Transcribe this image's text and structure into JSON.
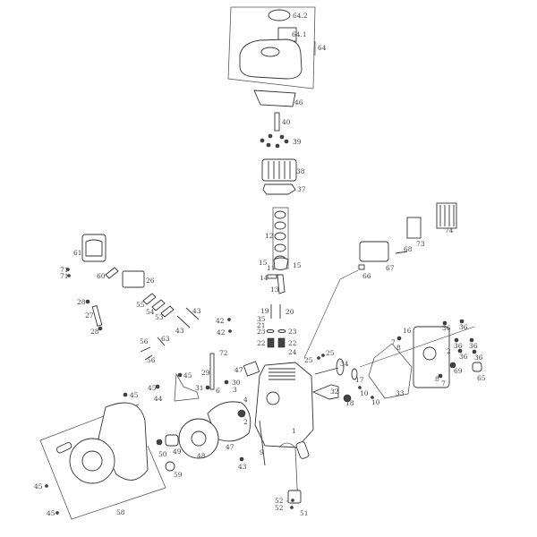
{
  "diagram": {
    "type": "exploded-parts-diagram",
    "labels": {
      "p64_2": "64.2",
      "p64_1": "64.1",
      "p64": "64",
      "p46": "46",
      "p40": "40",
      "p39": "39",
      "p38": "38",
      "p37": "37",
      "p12": "12",
      "p15a": "15",
      "p11": "11",
      "p15b": "15",
      "p14": "14",
      "p13": "13",
      "p19": "19",
      "p20": "20",
      "p35": "35",
      "p21": "21",
      "p23a": "23",
      "p23b": "23",
      "p22a": "22",
      "p22b": "22",
      "p24": "24",
      "p61": "61",
      "p71a": "71",
      "p71b": "71",
      "p60": "60",
      "p26": "26",
      "p28a": "28",
      "p27": "27",
      "p28b": "28",
      "p55": "55",
      "p54": "54",
      "p53": "53",
      "p43a": "43",
      "p43b": "43",
      "p42a": "42",
      "p42b": "42",
      "p56a": "56",
      "p56b": "56",
      "p63": "63",
      "p72": "72",
      "p29": "29",
      "p45a": "45",
      "p45b": "45",
      "p45c": "45",
      "p31": "31",
      "p30": "30",
      "p47a": "47",
      "p6": "6",
      "p3": "3",
      "p4": "4",
      "p44": "44",
      "p2a": "2",
      "p1": "1",
      "p50": "50",
      "p49": "49",
      "p48": "48",
      "p47b": "47",
      "p9": "9",
      "p43c": "43",
      "p59": "59",
      "p45d": "45",
      "p45e": "45",
      "p58": "58",
      "p52a": "52",
      "p52b": "52",
      "p51": "51",
      "p74": "74",
      "p73": "73",
      "p68": "68",
      "p67": "67",
      "p66": "66",
      "p16": "16",
      "p36a": "36",
      "p36b": "36",
      "p36c": "36",
      "p36d": "36",
      "p36e": "36",
      "p36f": "36",
      "p7a": "7",
      "p8a": "8",
      "p2b": "2",
      "p25a": "25",
      "p25b": "25",
      "p34": "34",
      "p17": "17",
      "p32": "32",
      "p10a": "10",
      "p10b": "10",
      "p33": "33",
      "p18": "18",
      "p69": "69",
      "p65": "65",
      "p8b": "8",
      "p7b": "7"
    }
  }
}
